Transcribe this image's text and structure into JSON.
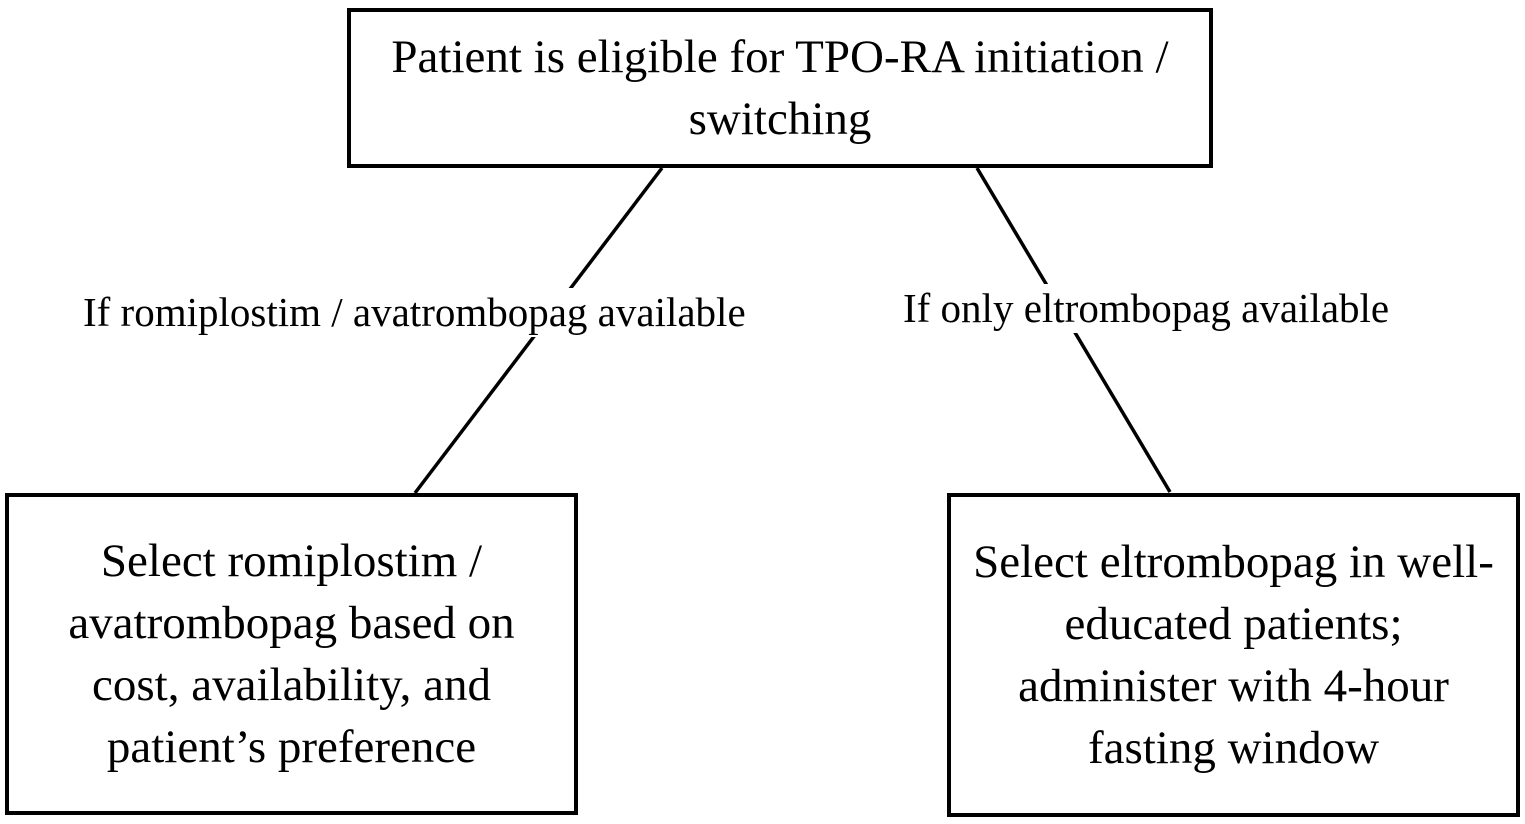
{
  "diagram": {
    "type": "flowchart",
    "title": "TPO-RA selection decision tree",
    "colors": {
      "background": "#ffffff",
      "node_fill": "#ffffff",
      "node_border": "#000000",
      "text": "#000000",
      "connector": "#000000"
    },
    "nodes": [
      {
        "id": "root",
        "role": "start",
        "text": "Patient is eligible for TPO-RA initiation / switching"
      },
      {
        "id": "left_outcome",
        "role": "outcome",
        "text": "Select romiplostim / avatrombopag based on cost, availability, and patient’s preference"
      },
      {
        "id": "right_outcome",
        "role": "outcome",
        "text": "Select eltrombopag in well-educated patients; administer with 4-hour fasting window"
      }
    ],
    "edges": [
      {
        "from": "root",
        "to": "left_outcome",
        "label": "If romiplostim / avatrombopag available"
      },
      {
        "from": "root",
        "to": "right_outcome",
        "label": "If only eltrombopag available"
      }
    ]
  }
}
